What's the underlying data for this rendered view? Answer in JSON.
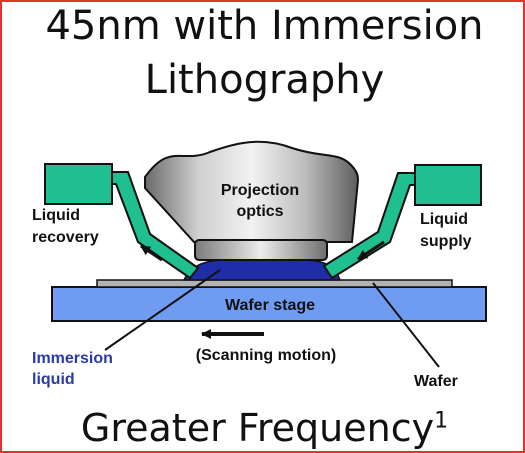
{
  "title": {
    "line1": "45nm with Immersion",
    "line2": "Lithography"
  },
  "diagram": {
    "projection_optics_line1": "Projection",
    "projection_optics_line2": "optics",
    "liquid_recovery_line1": "Liquid",
    "liquid_recovery_line2": "recovery",
    "liquid_supply_line1": "Liquid",
    "liquid_supply_line2": "supply",
    "wafer_stage": "Wafer stage",
    "immersion_liquid_line1": "Immersion",
    "immersion_liquid_line2": "liquid",
    "scanning_motion": "(Scanning motion)",
    "wafer": "Wafer"
  },
  "caption": {
    "text": "Greater Frequency",
    "superscript": "1"
  },
  "colors": {
    "border": "#e0352b",
    "nozzle": "#1fbf8f",
    "stage": "#6f9cf0",
    "immersion_liquid": "#1f2ea8",
    "immersion_label": "#2b3aa8",
    "lens_body": "#a6a6a6"
  }
}
